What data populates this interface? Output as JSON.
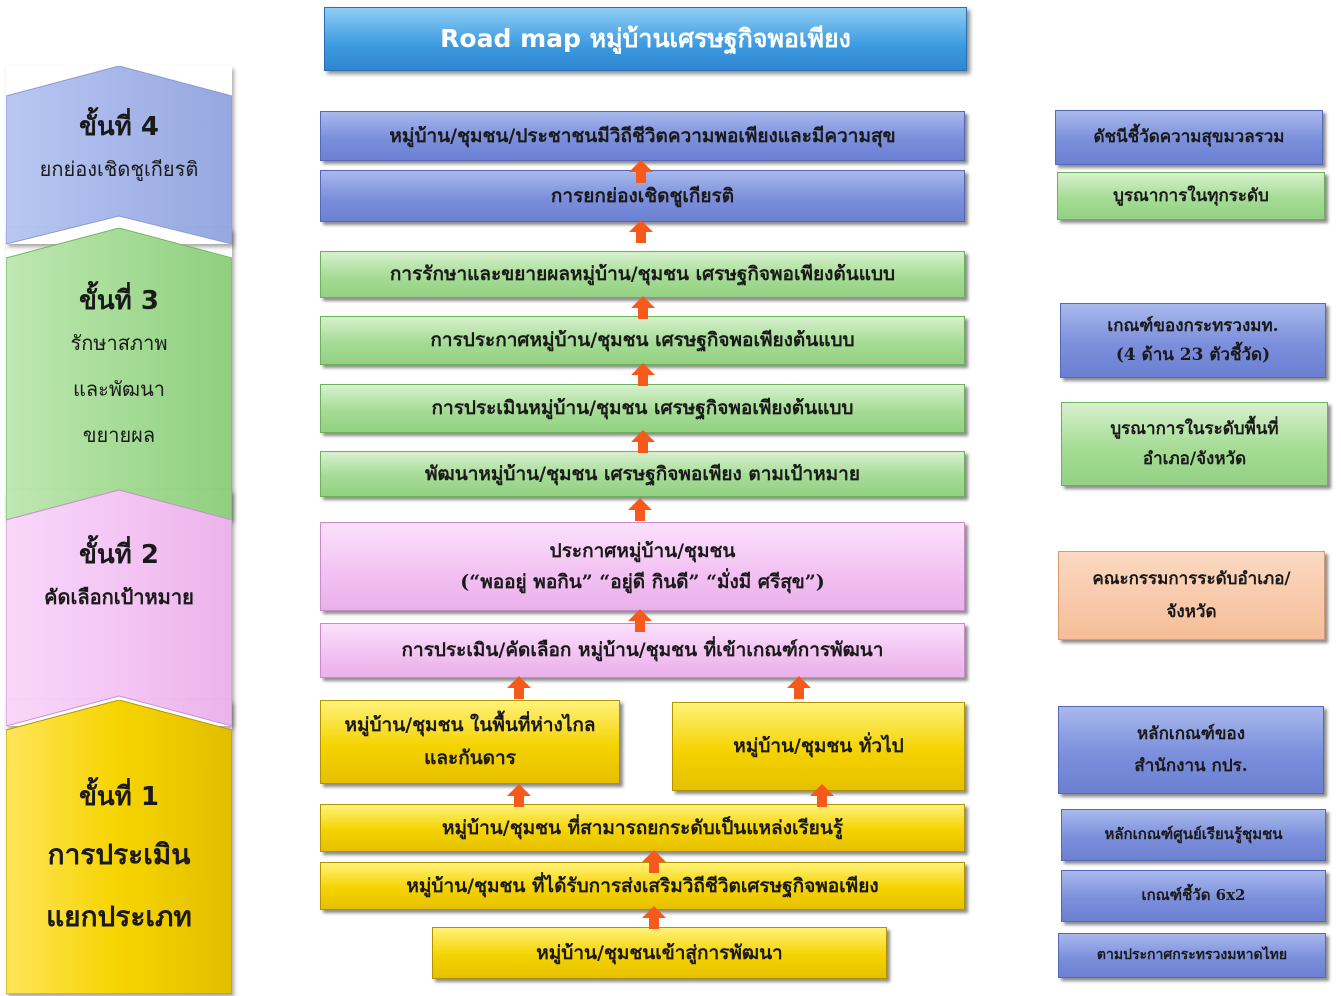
{
  "title": "Road map หมู่บ้านเศรษฐกิจพอเพียง",
  "stages": [
    {
      "num": "ขั้นที่ 4",
      "lines": [
        "ยกย่องเชิดชูเกียรติ"
      ],
      "color": "#a9b8ea"
    },
    {
      "num": "ขั้นที่ 3",
      "lines": [
        "รักษาสภาพ",
        "และพัฒนา",
        "ขยายผล"
      ],
      "color": "#a6dc97"
    },
    {
      "num": "ขั้นที่ 2",
      "lines": [
        "คัดเลือกเป้าหมาย"
      ],
      "color": "#f4c6f4"
    },
    {
      "num": "ขั้นที่ 1",
      "lines": [
        "การประเมิน",
        "แยกประเภท"
      ],
      "color": "#f6d400"
    }
  ],
  "steps": {
    "s1": "หมู่บ้าน/ชุมชน/ประชาชนมีวิถีชีวิตความพอเพียงและมีความสุข",
    "s2": "การยกย่องเชิดชูเกียรติ",
    "s3": "การรักษาและขยายผลหมู่บ้าน/ชุมชน เศรษฐกิจพอเพียงต้นแบบ",
    "s4": "การประกาศหมู่บ้าน/ชุมชน เศรษฐกิจพอเพียงต้นแบบ",
    "s5": "การประเมินหมู่บ้าน/ชุมชน เศรษฐกิจพอเพียงต้นแบบ",
    "s6": "พัฒนาหมู่บ้าน/ชุมชน เศรษฐกิจพอเพียง ตามเป้าหมาย",
    "s7a": "ประกาศหมู่บ้าน/ชุมชน",
    "s7b": "(“พออยู่ พอกิน” “อยู่ดี กินดี” “มั่งมี ศรีสุข”)",
    "s8": "การประเมิน/คัดเลือก หมู่บ้าน/ชุมชน ที่เข้าเกณฑ์การพัฒนา",
    "s9a": "หมู่บ้าน/ชุมชน ในพื้นที่ห่างไกล",
    "s9b": "และกันดาร",
    "s10": "หมู่บ้าน/ชุมชน ทั่วไป",
    "s11": "หมู่บ้าน/ชุมชน ที่สามารถยกระดับเป็นแหล่งเรียนรู้",
    "s12": "หมู่บ้าน/ชุมชน ที่ได้รับการส่งเสริมวิถีชีวิตเศรษฐกิจพอเพียง",
    "s13": "หมู่บ้าน/ชุมชนเข้าสู่การพัฒนา"
  },
  "side": {
    "r1": "ดัชนีชี้วัดความสุขมวลรวม",
    "r2": "บูรณาการในทุกระดับ",
    "r3a": "เกณฑ์ของกระทรวงมท.",
    "r3b": "(4 ด้าน 23 ตัวชี้วัด)",
    "r4a": "บูรณาการในระดับพื้นที่",
    "r4b": "อำเภอ/จังหวัด",
    "r5a": "คณะกรรมการระดับอำเภอ/",
    "r5b": "จังหวัด",
    "r6a": "หลักเกณฑ์ของ",
    "r6b": "สำนักงาน กปร.",
    "r7": "หลักเกณฑ์ศูนย์เรียนรู้ชุมชน",
    "r8": "เกณฑ์ชี้วัด 6x2",
    "r9": "ตามประกาศกระทรวงมหาดไทย"
  },
  "colors": {
    "title": "#3d9be0",
    "blue": "#7b8fdc",
    "green": "#a5dc95",
    "pink": "#f3c3f3",
    "yellow": "#f5d300",
    "peach": "#f6bd98",
    "arrow": "#f55a1c"
  }
}
